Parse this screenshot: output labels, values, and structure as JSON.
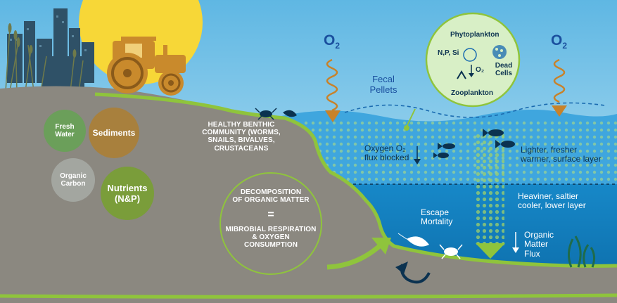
{
  "land_bubbles": [
    {
      "label": "Fresh\nWater",
      "color": "#6b9f5a"
    },
    {
      "label": "Sediments",
      "color": "#a8803d"
    },
    {
      "label": "Organic\nCarbon",
      "color": "#a3a6a0"
    },
    {
      "label": "Nutrients\n(N&P)",
      "color": "#7a9d3a"
    }
  ],
  "labels": {
    "benthic": "HEALTHY BENTHIC\nCOMMUNITY (WORMS,\nSNAILS, BIVALVES,\nCRUSTACEANS",
    "decomposition": "DECOMPOSITION\nOF ORGANIC MATTER",
    "equals": "=",
    "respiration": "MIBROBIAL RESPIRATION\n& OXYGEN\nCONSUMPTION",
    "fecal_pellets": "Fecal\nPellets",
    "oxygen_flux": "Oxygen O₂\nflux blocked",
    "surface_layer": "Lighter, fresher\nwarmer, surface layer",
    "lower_layer": "Heaviner, saltier\ncooler, lower layer",
    "escape_mortality": "Escape\nMortality",
    "organic_flux": "Organic\nMatter\nFlux"
  },
  "o2_symbols": [
    {
      "main": "O",
      "sub": "2"
    },
    {
      "main": "O",
      "sub": "2"
    }
  ],
  "inset": {
    "phytoplankton": "Phytoplankton",
    "nps": "N,P, Si",
    "o2": "O₂",
    "dead_cells": "Dead\nCells",
    "zooplankton": "Zooplankton"
  },
  "colors": {
    "sky": "#a7d8ef",
    "surface_water": "#3fa7df",
    "deep_water": "#0f7ec0",
    "land": "#8c8a82",
    "grass": "#8fc43c",
    "sun": "#f8d93a",
    "tractor": "#c98a2c",
    "city": "#2d4e63",
    "arrow_orange": "#c8822a",
    "navy": "#0b3250"
  }
}
